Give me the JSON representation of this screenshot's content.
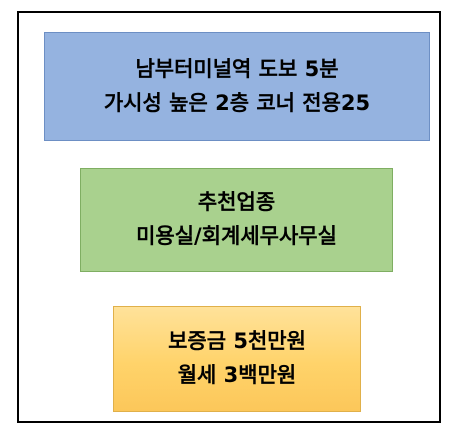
{
  "boxes": {
    "location": {
      "line1": "남부터미널역 도보 5분",
      "line2": "가시성 높은 2층 코너 전용25",
      "color": "#95b3e0"
    },
    "recommended": {
      "line1": "추천업종",
      "line2": "미용실/회계세무사무실",
      "color": "#a9d18e"
    },
    "price": {
      "line1": "보증금 5천만원",
      "line2": "월세 3백만원",
      "color": "#ffd36a"
    }
  }
}
